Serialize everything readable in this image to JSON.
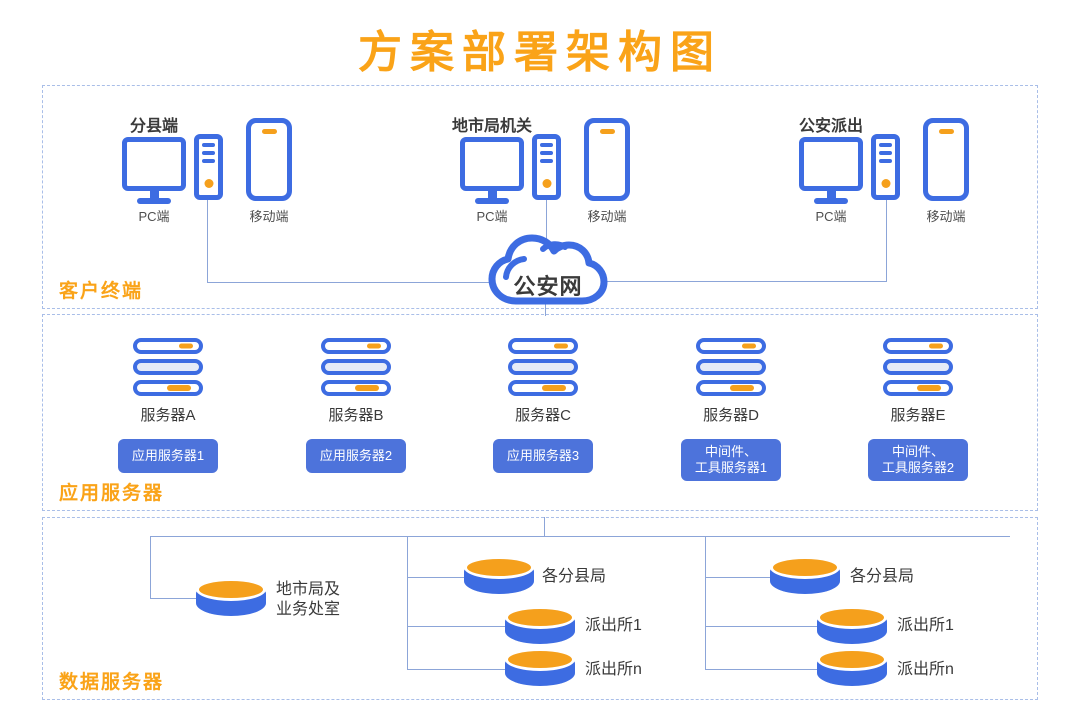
{
  "title": "方案部署架构图",
  "client_section": {
    "label": "客户终端",
    "cloud": "公安网",
    "groups": [
      {
        "name": "分县端",
        "pc": "PC端",
        "mobile": "移动端"
      },
      {
        "name": "地市局机关",
        "pc": "PC端",
        "mobile": "移动端"
      },
      {
        "name": "公安派出",
        "pc": "PC端",
        "mobile": "移动端"
      }
    ]
  },
  "app_section": {
    "label": "应用服务器",
    "servers": [
      {
        "name": "服务器A",
        "role": "应用服务器1"
      },
      {
        "name": "服务器B",
        "role": "应用服务器2"
      },
      {
        "name": "服务器C",
        "role": "应用服务器3"
      },
      {
        "name": "服务器D",
        "role": "中间件、\n工具服务器1"
      },
      {
        "name": "服务器E",
        "role": "中间件、\n工具服务器2"
      }
    ]
  },
  "data_section": {
    "label": "数据服务器",
    "city_db": {
      "label": "地市局及\n业务处室"
    },
    "branch_groups": [
      {
        "dbs": [
          "各分县局",
          "派出所1",
          "派出所n"
        ]
      },
      {
        "dbs": [
          "各分县局",
          "派出所1",
          "派出所n"
        ]
      }
    ]
  },
  "colors": {
    "title_orange": "#FAA318",
    "icon_blue": "#3D6CE2",
    "accent_orange": "#F5A01C",
    "button_blue": "#4D73DB",
    "connector_line": "#8CA5D8",
    "dashed_border": "#A9BEE8",
    "text_dark": "#3A3A3A"
  }
}
